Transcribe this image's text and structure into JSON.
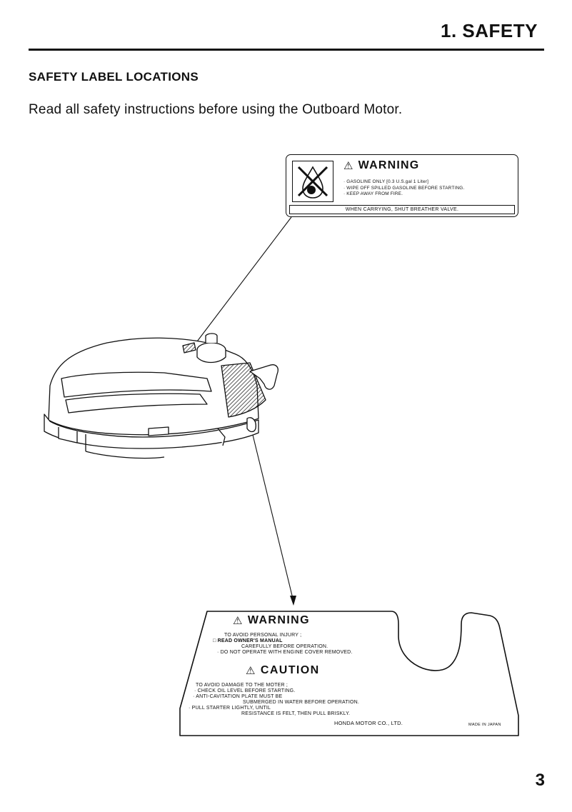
{
  "header": {
    "chapter_title": "1. SAFETY"
  },
  "section": {
    "title": "SAFETY LABEL LOCATIONS",
    "intro": "Read all safety instructions before using the Outboard Motor."
  },
  "label_top": {
    "heading": "WARNING",
    "warning_symbol": "⚠",
    "icon": "no-fuel-flame-icon",
    "lines": [
      "· GASOLINE ONLY [0.3 U.S.gal 1 Liter]",
      "· WIPE OFF SPILLED GASOLINE BEFORE STARTING.",
      "· KEEP AWAY FROM FIRE."
    ],
    "footer": "WHEN CARRYING, SHUT BREATHER VALVE."
  },
  "label_bottom": {
    "warning_heading": "WARNING",
    "warning_lines": [
      "TO AVOID PERSONAL INJURY ;",
      "□ READ OWNER'S MANUAL",
      "CAREFULLY BEFORE OPERATION.",
      "· DO NOT OPERATE WITH ENGINE COVER REMOVED."
    ],
    "caution_heading": "CAUTION",
    "caution_lines": [
      "TO AVOID DAMAGE TO THE MOTER ;",
      "· CHECK OIL LEVEL BEFORE STARTING.",
      "· ANTI-CAVITATION PLATE MUST BE",
      "SUBMERGED IN WATER BEFORE OPERATION.",
      "· PULL STARTER LIGHTLY, UNTIL",
      "RESISTANCE IS FELT, THEN PULL BRISKLY."
    ],
    "maker": "HONDA MOTOR CO., LTD.",
    "origin": "MADE IN JAPAN"
  },
  "page_number": "3"
}
